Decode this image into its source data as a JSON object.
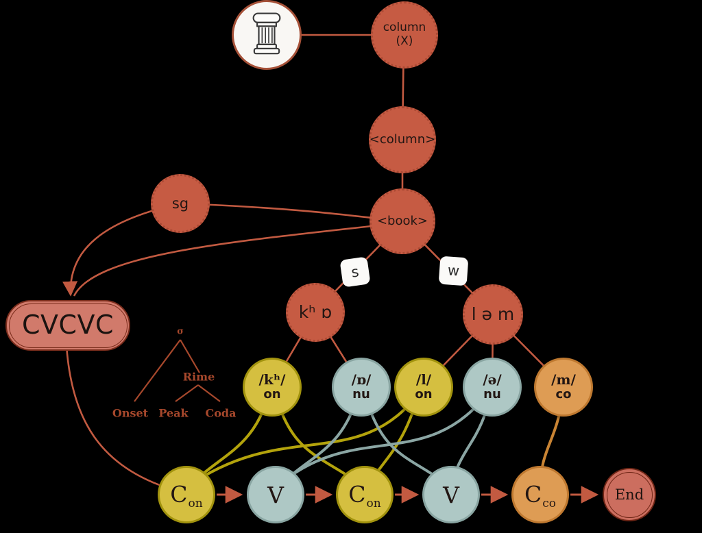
{
  "title": "word-production-phonology-diagram",
  "colors": {
    "background": "#000000",
    "red_node": "#c65b43",
    "red_line": "#c25a41",
    "yellow_node": "#d5bf40",
    "yellow_line": "#b3a30c",
    "blue_node": "#aec8c5",
    "blue_line": "#8ba6a4",
    "orange_node": "#de9c54",
    "orange_line": "#c98434",
    "template_fill": "#d17a6b",
    "end_fill": "#cc6e5f",
    "tree_text": "#a7482c"
  },
  "nodes": {
    "concept": {
      "icon": "column-icon"
    },
    "lemma": {
      "line1": "column",
      "line2": "(X)"
    },
    "lexeme": {
      "label": "<column>"
    },
    "wordform": {
      "label": "<book>"
    },
    "feature": {
      "label": "sg"
    },
    "template": {
      "label": "CVCVC"
    },
    "syllable_strong": {
      "label": "kʰ ɒ"
    },
    "syllable_weak": {
      "label": "l ə m"
    },
    "stress": {
      "strong": "s",
      "weak": "w"
    }
  },
  "syllable_tree": {
    "sigma": "σ",
    "rime": "Rime",
    "onset": "Onset",
    "peak": "Peak",
    "coda": "Coda"
  },
  "phonemes": [
    {
      "symbol": "/kʰ/",
      "role": "on"
    },
    {
      "symbol": "/ɒ/",
      "role": "nu"
    },
    {
      "symbol": "/l/",
      "role": "on"
    },
    {
      "symbol": "/ə/",
      "role": "nu"
    },
    {
      "symbol": "/m/",
      "role": "co"
    }
  ],
  "cv_slots": [
    {
      "main": "C",
      "sub": "on"
    },
    {
      "main": "V",
      "sub": ""
    },
    {
      "main": "C",
      "sub": "on"
    },
    {
      "main": "V",
      "sub": ""
    },
    {
      "main": "C",
      "sub": "co"
    },
    {
      "main": "End",
      "sub": ""
    }
  ],
  "edges": [
    {
      "from": "concept",
      "to": "lemma"
    },
    {
      "from": "lemma",
      "to": "lexeme"
    },
    {
      "from": "lexeme",
      "to": "wordform"
    },
    {
      "from": "feature",
      "to": "wordform"
    },
    {
      "from": "feature",
      "to": "template"
    },
    {
      "from": "wordform",
      "to": "template"
    },
    {
      "from": "wordform",
      "to": "syllable_strong",
      "label": "s"
    },
    {
      "from": "wordform",
      "to": "syllable_weak",
      "label": "w"
    },
    {
      "from": "syllable_strong",
      "to": "phoneme-kh"
    },
    {
      "from": "syllable_strong",
      "to": "phoneme-open-o"
    },
    {
      "from": "syllable_weak",
      "to": "phoneme-l"
    },
    {
      "from": "syllable_weak",
      "to": "phoneme-schwa"
    },
    {
      "from": "syllable_weak",
      "to": "phoneme-m"
    },
    {
      "from": "template",
      "to": "cv-slot-1"
    },
    {
      "from": "phoneme-kh",
      "to": "cv-slot-1"
    },
    {
      "from": "phoneme-kh",
      "to": "cv-slot-3"
    },
    {
      "from": "phoneme-l",
      "to": "cv-slot-1"
    },
    {
      "from": "phoneme-l",
      "to": "cv-slot-3"
    },
    {
      "from": "phoneme-open-o",
      "to": "cv-slot-2"
    },
    {
      "from": "phoneme-open-o",
      "to": "cv-slot-4"
    },
    {
      "from": "phoneme-schwa",
      "to": "cv-slot-2"
    },
    {
      "from": "phoneme-schwa",
      "to": "cv-slot-4"
    },
    {
      "from": "phoneme-m",
      "to": "cv-slot-5"
    },
    {
      "from": "cv-slot-1",
      "to": "cv-slot-2"
    },
    {
      "from": "cv-slot-2",
      "to": "cv-slot-3"
    },
    {
      "from": "cv-slot-3",
      "to": "cv-slot-4"
    },
    {
      "from": "cv-slot-4",
      "to": "cv-slot-5"
    },
    {
      "from": "cv-slot-5",
      "to": "end"
    }
  ]
}
